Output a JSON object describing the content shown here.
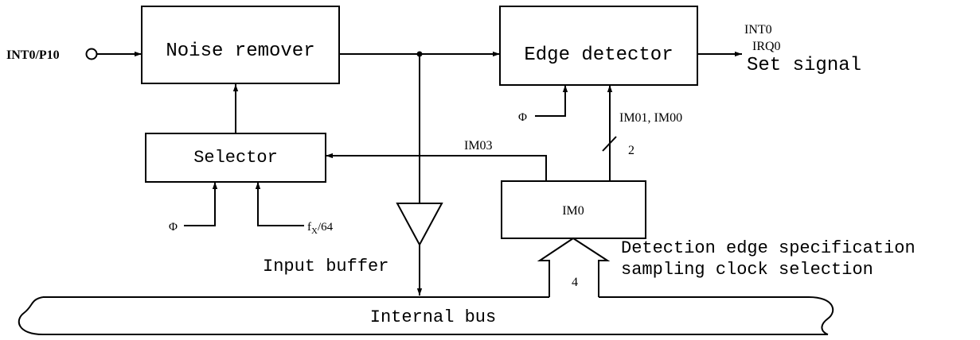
{
  "blocks": {
    "noise_remover": "Noise remover",
    "edge_detector": "Edge detector",
    "selector": "Selector",
    "im0": "IM0"
  },
  "signals": {
    "int0_p10": "INT0/P10",
    "int0_out": "INT0",
    "irq0": "IRQ0",
    "set_signal": "Set signal",
    "phi_edge": "Φ",
    "phi_selector": "Φ",
    "fx64_base": "f",
    "fx64_sub": "X",
    "fx64_tail": "/64",
    "im01_im00": "IM01, IM00",
    "bus_width_2": "2",
    "im03": "IM03",
    "bus_width_4": "4"
  },
  "labels": {
    "input_buffer": "Input buffer",
    "detection_line1": "Detection edge specification",
    "detection_line2": "sampling clock selection",
    "internal_bus": "Internal bus"
  }
}
